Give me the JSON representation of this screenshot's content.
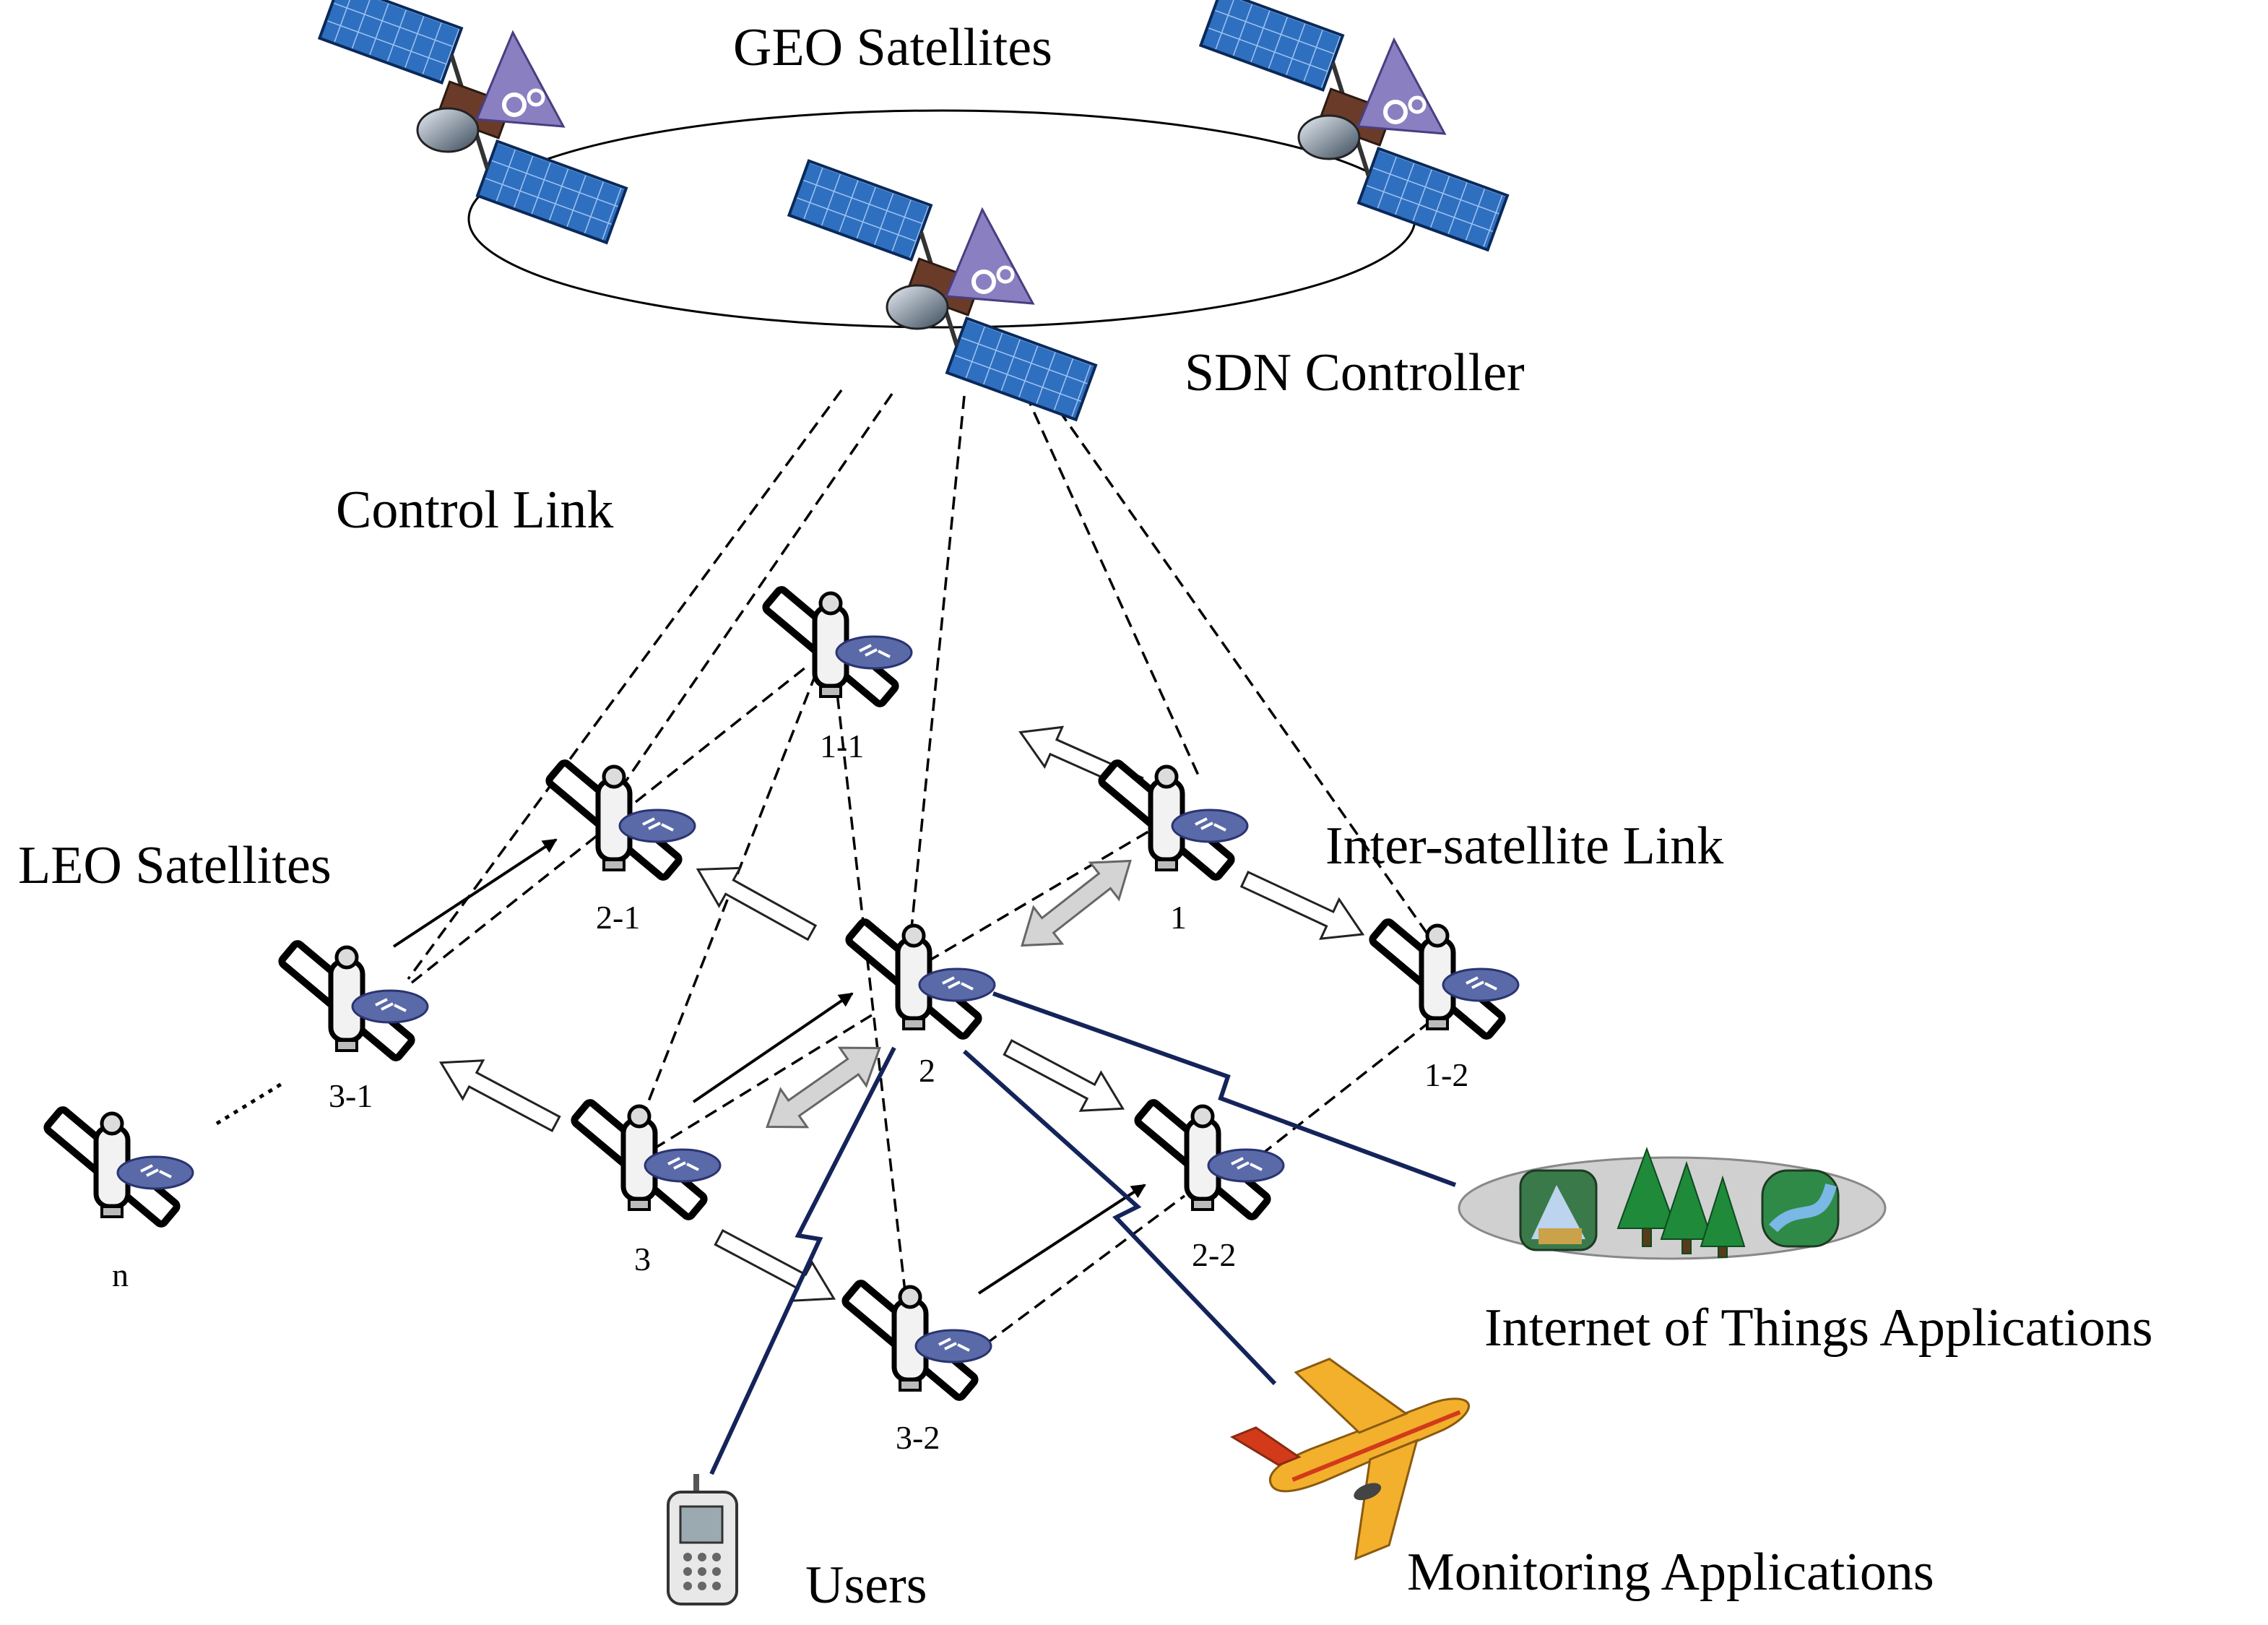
{
  "labels": {
    "geo_satellites": "GEO Satellites",
    "sdn_controller": "SDN Controller",
    "control_link": "Control Link",
    "leo_satellites": "LEO Satellites",
    "inter_satellite_link": "Inter-satellite Link",
    "iot_applications": "Internet of Things Applications",
    "monitoring_applications": "Monitoring Applications",
    "users": "Users"
  },
  "leo_nodes": [
    {
      "id": "1-1",
      "label": "1-1"
    },
    {
      "id": "2-1",
      "label": "2-1"
    },
    {
      "id": "1",
      "label": "1"
    },
    {
      "id": "3-1",
      "label": "3-1"
    },
    {
      "id": "2",
      "label": "2"
    },
    {
      "id": "1-2",
      "label": "1-2"
    },
    {
      "id": "n",
      "label": "n"
    },
    {
      "id": "3",
      "label": "3"
    },
    {
      "id": "2-2",
      "label": "2-2"
    },
    {
      "id": "3-2",
      "label": "3-2"
    }
  ],
  "colors": {
    "solar_panel": "#2f6fc0",
    "controller_triangle": "#8a7fc0",
    "wireless_link": "#14245a",
    "router": "#5a6aa8",
    "tree": "#1e8a3a",
    "airplane_body": "#f2b02c",
    "airplane_stripe": "#d23a1a"
  },
  "icons": {
    "geo_satellite": "geo-satellite-icon",
    "leo_satellite": "leo-satellite-router-icon",
    "phone": "mobile-phone-icon",
    "airplane": "airplane-icon",
    "iot": "iot-sensor-field-icon"
  }
}
